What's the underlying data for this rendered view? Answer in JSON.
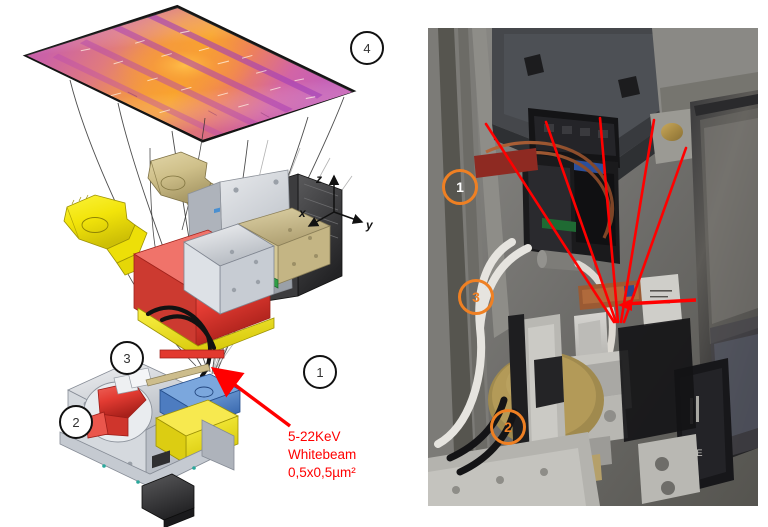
{
  "figure": {
    "type": "technical-diagram",
    "description": "Synchrotron Laue micro-diffraction setup: exploded CAD view with detector image and photograph of the real instrument"
  },
  "cad_panel": {
    "name": "exploded-cad-view",
    "detector_image": {
      "name": "laue-diffraction-pattern",
      "colors": {
        "hot": "#f9a02c",
        "warm": "#ef7f4e",
        "mid": "#d4609c",
        "cool": "#c061b4",
        "band": "#a040b0",
        "frame": "#121212"
      },
      "module_gap_count": 4,
      "streak_count": 18
    },
    "modules": [
      {
        "name": "detector-module-yellow",
        "color": "#f2e40a"
      },
      {
        "name": "detector-module-tan",
        "color": "#cfc08a"
      }
    ],
    "callouts": [
      {
        "id": "1",
        "label": "1",
        "style": "black"
      },
      {
        "id": "2",
        "label": "2",
        "style": "black"
      },
      {
        "id": "3",
        "label": "3",
        "style": "black"
      },
      {
        "id": "4",
        "label": "4",
        "style": "black"
      }
    ],
    "axes": {
      "name": "coordinate-triad",
      "z": "z",
      "x": "x",
      "y": "y"
    },
    "beam_annotation": {
      "color": "#ff0000",
      "lines": [
        "5-22KeV",
        "Whitebeam",
        "0,5x0,5µm²"
      ]
    }
  },
  "photo_panel": {
    "name": "instrument-photograph",
    "callouts": [
      {
        "id": "1",
        "label": "1",
        "style": "orange-white-text"
      },
      {
        "id": "2",
        "label": "2",
        "style": "orange-orange-text"
      },
      {
        "id": "3",
        "label": "3",
        "style": "orange-orange-text"
      }
    ],
    "beam_lines": {
      "name": "diffracted-beam-overlay",
      "color": "#ff0000",
      "count": 5
    }
  }
}
